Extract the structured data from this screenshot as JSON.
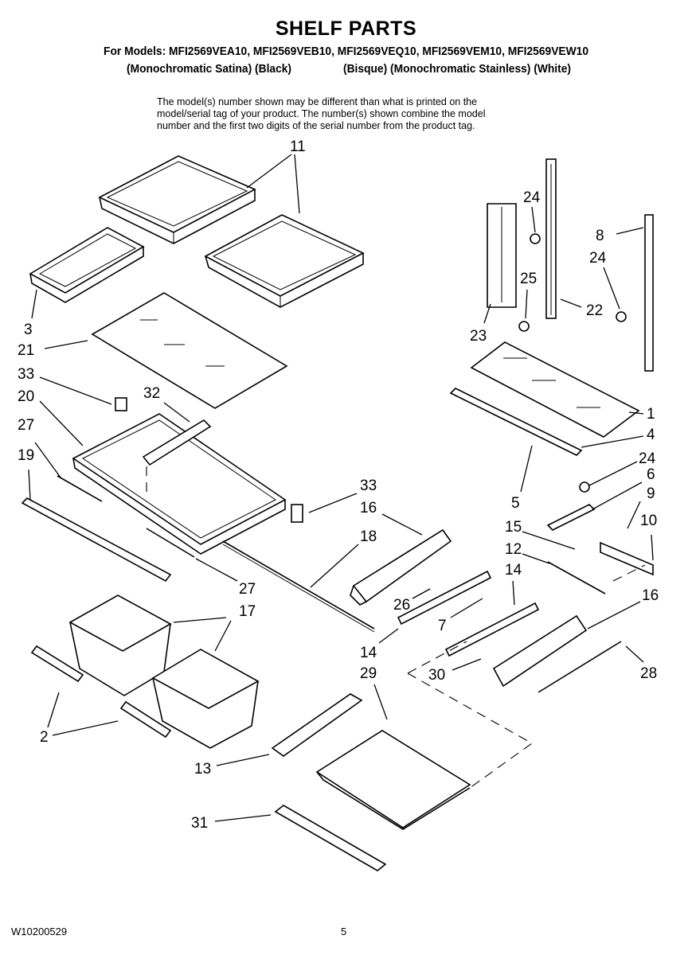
{
  "header": {
    "title": "SHELF PARTS",
    "models_line": "For Models: MFI2569VEA10, MFI2569VEB10, MFI2569VEQ10, MFI2569VEM10, MFI2569VEW10",
    "variants_left": "(Monochromatic Satina)  (Black)",
    "variants_right": "(Bisque) (Monochromatic Stainless) (White)"
  },
  "notice": {
    "line1": "The model(s) number shown may be different than what is printed on the",
    "line2": "model/serial tag of your product. The number(s) shown combine the model",
    "line3": "number and the first two digits of the serial number from the product tag."
  },
  "callouts": {
    "c11": "11",
    "c24a": "24",
    "c8": "8",
    "c24b": "24",
    "c25": "25",
    "c22": "22",
    "c23": "23",
    "c3": "3",
    "c21": "21",
    "c33a": "33",
    "c20": "20",
    "c32": "32",
    "c27a": "27",
    "c19": "19",
    "c1": "1",
    "c4": "4",
    "c24c": "24",
    "c6": "6",
    "c9": "9",
    "c10": "10",
    "c33b": "33",
    "c16a": "16",
    "c5": "5",
    "c18": "18",
    "c15": "15",
    "c12": "12",
    "c14a": "14",
    "c16b": "16",
    "c27b": "27",
    "c17": "17",
    "c26": "26",
    "c7": "7",
    "c14b": "14",
    "c29": "29",
    "c30": "30",
    "c28": "28",
    "c2": "2",
    "c13": "13",
    "c31": "31"
  },
  "footer": {
    "doc_number": "W10200529",
    "page_number": "5"
  }
}
